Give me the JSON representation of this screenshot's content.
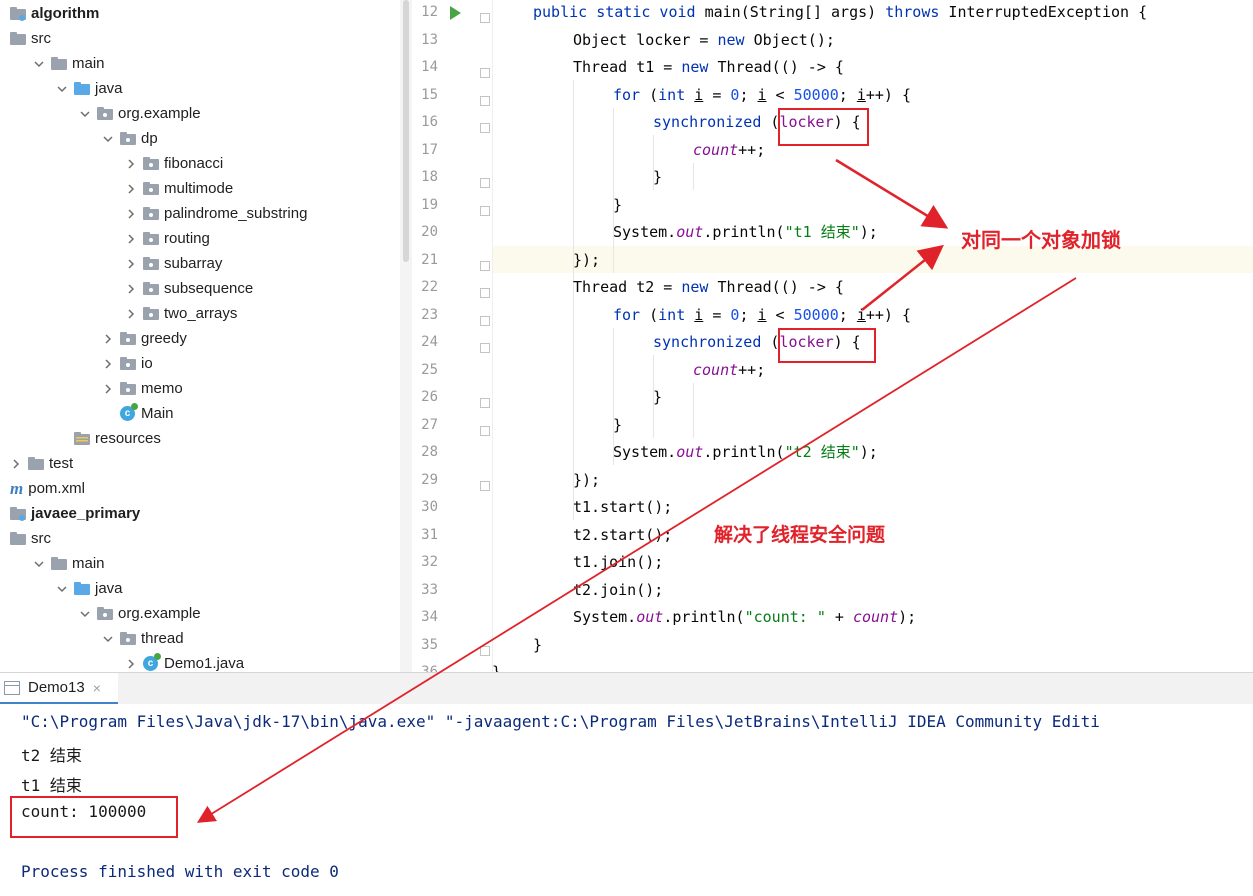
{
  "project_tree": {
    "items": [
      {
        "label": "algorithm",
        "depth": 0,
        "chevron": "none",
        "icon": "module-folder-icon",
        "bold": true
      },
      {
        "label": "src",
        "depth": 0,
        "chevron": "none",
        "icon": "folder-icon",
        "bold": false
      },
      {
        "label": "main",
        "depth": 1,
        "chevron": "down",
        "icon": "folder-icon",
        "bold": false
      },
      {
        "label": "java",
        "depth": 2,
        "chevron": "down",
        "icon": "source-folder-icon",
        "bold": false
      },
      {
        "label": "org.example",
        "depth": 3,
        "chevron": "down",
        "icon": "package-icon",
        "bold": false
      },
      {
        "label": "dp",
        "depth": 4,
        "chevron": "down",
        "icon": "package-icon",
        "bold": false
      },
      {
        "label": "fibonacci",
        "depth": 5,
        "chevron": "right",
        "icon": "package-icon",
        "bold": false
      },
      {
        "label": "multimode",
        "depth": 5,
        "chevron": "right",
        "icon": "package-icon",
        "bold": false
      },
      {
        "label": "palindrome_substring",
        "depth": 5,
        "chevron": "right",
        "icon": "package-icon",
        "bold": false
      },
      {
        "label": "routing",
        "depth": 5,
        "chevron": "right",
        "icon": "package-icon",
        "bold": false
      },
      {
        "label": "subarray",
        "depth": 5,
        "chevron": "right",
        "icon": "package-icon",
        "bold": false
      },
      {
        "label": "subsequence",
        "depth": 5,
        "chevron": "right",
        "icon": "package-icon",
        "bold": false
      },
      {
        "label": "two_arrays",
        "depth": 5,
        "chevron": "right",
        "icon": "package-icon",
        "bold": false
      },
      {
        "label": "greedy",
        "depth": 4,
        "chevron": "right",
        "icon": "package-icon",
        "bold": false
      },
      {
        "label": "io",
        "depth": 4,
        "chevron": "right",
        "icon": "package-icon",
        "bold": false
      },
      {
        "label": "memo",
        "depth": 4,
        "chevron": "right",
        "icon": "package-icon",
        "bold": false
      },
      {
        "label": "Main",
        "depth": 4,
        "chevron": "none",
        "icon": "java-class-icon",
        "bold": false
      },
      {
        "label": "resources",
        "depth": 2,
        "chevron": "none",
        "icon": "resources-folder-icon",
        "bold": false
      },
      {
        "label": "test",
        "depth": 0,
        "chevron": "right",
        "icon": "folder-icon",
        "bold": false
      },
      {
        "label": "pom.xml",
        "depth": 0,
        "chevron": "none",
        "icon": "maven-icon",
        "bold": false
      },
      {
        "label": "javaee_primary",
        "depth": 0,
        "chevron": "none",
        "icon": "module-folder-icon",
        "bold": true
      },
      {
        "label": "src",
        "depth": 0,
        "chevron": "none",
        "icon": "folder-icon",
        "bold": false
      },
      {
        "label": "main",
        "depth": 1,
        "chevron": "down",
        "icon": "folder-icon",
        "bold": false
      },
      {
        "label": "java",
        "depth": 2,
        "chevron": "down",
        "icon": "source-folder-icon",
        "bold": false
      },
      {
        "label": "org.example",
        "depth": 3,
        "chevron": "down",
        "icon": "package-icon",
        "bold": false
      },
      {
        "label": "thread",
        "depth": 4,
        "chevron": "down",
        "icon": "package-icon",
        "bold": false
      },
      {
        "label": "Demo1.java",
        "depth": 5,
        "chevron": "right",
        "icon": "java-class-icon",
        "bold": false
      }
    ]
  },
  "editor": {
    "current_line": "21",
    "lines": [
      {
        "n": "12",
        "html": "<span class=\"kw\">public static void</span> main(String[] args) <span class=\"kw\">throws</span> InterruptedException {",
        "indent": 1
      },
      {
        "n": "13",
        "html": "Object locker = <span class=\"kw\">new</span> Object();",
        "indent": 2
      },
      {
        "n": "14",
        "html": "Thread t1 = <span class=\"kw\">new</span> Thread(() -> {",
        "indent": 2
      },
      {
        "n": "15",
        "html": "<span class=\"kw\">for</span> (<span class=\"kw\">int</span> <span class=\"ul\">i</span> = <span class=\"num\">0</span>; <span class=\"ul\">i</span> &lt; <span class=\"num\">50000</span>; <span class=\"ul\">i</span>++) {",
        "indent": 3
      },
      {
        "n": "16",
        "html": "<span class=\"kw\">synchronized</span> (<span class=\"lck\">locker</span>) {",
        "indent": 4
      },
      {
        "n": "17",
        "html": "<span class=\"fld\">count</span>++;",
        "indent": 5
      },
      {
        "n": "18",
        "html": "}",
        "indent": 4
      },
      {
        "n": "19",
        "html": "}",
        "indent": 3
      },
      {
        "n": "20",
        "html": "System.<span class=\"fld\">out</span>.println(<span class=\"str\">\"t1 结束\"</span>);",
        "indent": 3
      },
      {
        "n": "21",
        "html": "});",
        "indent": 2
      },
      {
        "n": "22",
        "html": "Thread t2 = <span class=\"kw\">new</span> Thread(() -> {",
        "indent": 2
      },
      {
        "n": "23",
        "html": "<span class=\"kw\">for</span> (<span class=\"kw\">int</span> <span class=\"ul\">i</span> = <span class=\"num\">0</span>; <span class=\"ul\">i</span> &lt; <span class=\"num\">50000</span>; <span class=\"ul\">i</span>++) {",
        "indent": 3
      },
      {
        "n": "24",
        "html": "<span class=\"kw\">synchronized</span> (<span class=\"lck\">locker</span>) {",
        "indent": 4
      },
      {
        "n": "25",
        "html": "<span class=\"fld\">count</span>++;",
        "indent": 5
      },
      {
        "n": "26",
        "html": "}",
        "indent": 4
      },
      {
        "n": "27",
        "html": "}",
        "indent": 3
      },
      {
        "n": "28",
        "html": "System.<span class=\"fld\">out</span>.println(<span class=\"str\">\"t2 结束\"</span>);",
        "indent": 3
      },
      {
        "n": "29",
        "html": "});",
        "indent": 2
      },
      {
        "n": "30",
        "html": "t1.start();",
        "indent": 2
      },
      {
        "n": "31",
        "html": "t2.start();",
        "indent": 2
      },
      {
        "n": "32",
        "html": "t1.join();",
        "indent": 2
      },
      {
        "n": "33",
        "html": "t2.join();",
        "indent": 2
      },
      {
        "n": "34",
        "html": "System.<span class=\"fld\">out</span>.println(<span class=\"str\">\"count: \"</span> + <span class=\"fld\">count</span>);",
        "indent": 2
      },
      {
        "n": "35",
        "html": "}",
        "indent": 1
      },
      {
        "n": "36",
        "html": "}",
        "indent": 0
      }
    ]
  },
  "run_panel": {
    "tab_label": "Demo13",
    "close_glyph": "×",
    "lines": [
      {
        "text": "\"C:\\Program Files\\Java\\jdk-17\\bin\\java.exe\" \"-javaagent:C:\\Program Files\\JetBrains\\IntelliJ IDEA Community Editi",
        "kind": "cmd"
      },
      {
        "text": "t2 结束",
        "kind": "out"
      },
      {
        "text": "t1 结束",
        "kind": "out"
      },
      {
        "text": "count: 100000",
        "kind": "out"
      },
      {
        "text": "",
        "kind": "out"
      },
      {
        "text": "Process finished with exit code 0",
        "kind": "proc"
      }
    ]
  },
  "annotations": {
    "lock_note": "对同一个对象加锁",
    "result_note": "解决了线程安全问题",
    "color": "#e0232b"
  },
  "colors": {
    "keyword": "#0033b3",
    "number": "#1750eb",
    "string": "#067d17",
    "field": "#871094",
    "current_line": "#fcfaed"
  }
}
